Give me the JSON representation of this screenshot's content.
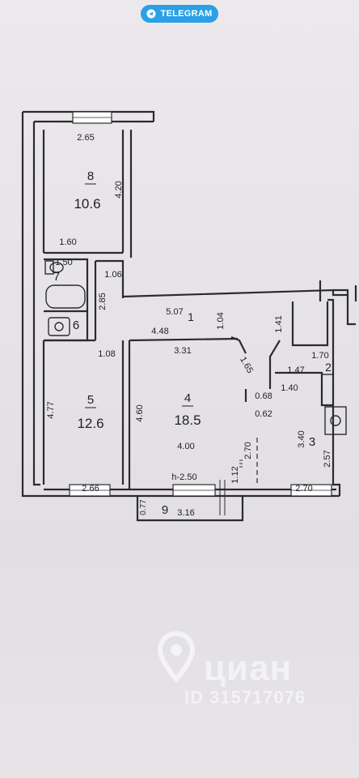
{
  "badge": {
    "label": "TELEGRAM",
    "icon": "paper-plane-icon",
    "color": "#2aa0e6"
  },
  "rooms": [
    {
      "number": "8",
      "area": "10.6"
    },
    {
      "number": "7"
    },
    {
      "number": "6"
    },
    {
      "number": "5",
      "area": "12.6"
    },
    {
      "number": "4",
      "area": "18.5"
    },
    {
      "number": "1"
    },
    {
      "number": "2"
    },
    {
      "number": "3"
    },
    {
      "number": "9"
    }
  ],
  "ceiling_height": "h-2.50",
  "dimensions": {
    "d265": "2.65",
    "d420": "4.20",
    "d160": "1.60",
    "d150": "1.50",
    "d106": "1.06",
    "d285": "2.85",
    "d507": "5.07",
    "d104": "1.04",
    "d448": "4.48",
    "d331": "3.31",
    "d108": "1.08",
    "d165": "1.65",
    "d141": "1.41",
    "d170": "1.70",
    "d147": "1.47",
    "d140": "1.40",
    "d068": "0.68",
    "d062": "0.62",
    "d477": "4.77",
    "d460": "4.60",
    "d400": "4.00",
    "d270v": "2.70",
    "d340": "3.40",
    "d257": "2.57",
    "d112": "1.12",
    "d266": "2.66",
    "d270h": "2.70",
    "d077": "0.77",
    "d316": "3.16"
  },
  "watermark": {
    "brand": "циан",
    "id": "ID 315717076",
    "icon": "map-pin-icon"
  }
}
